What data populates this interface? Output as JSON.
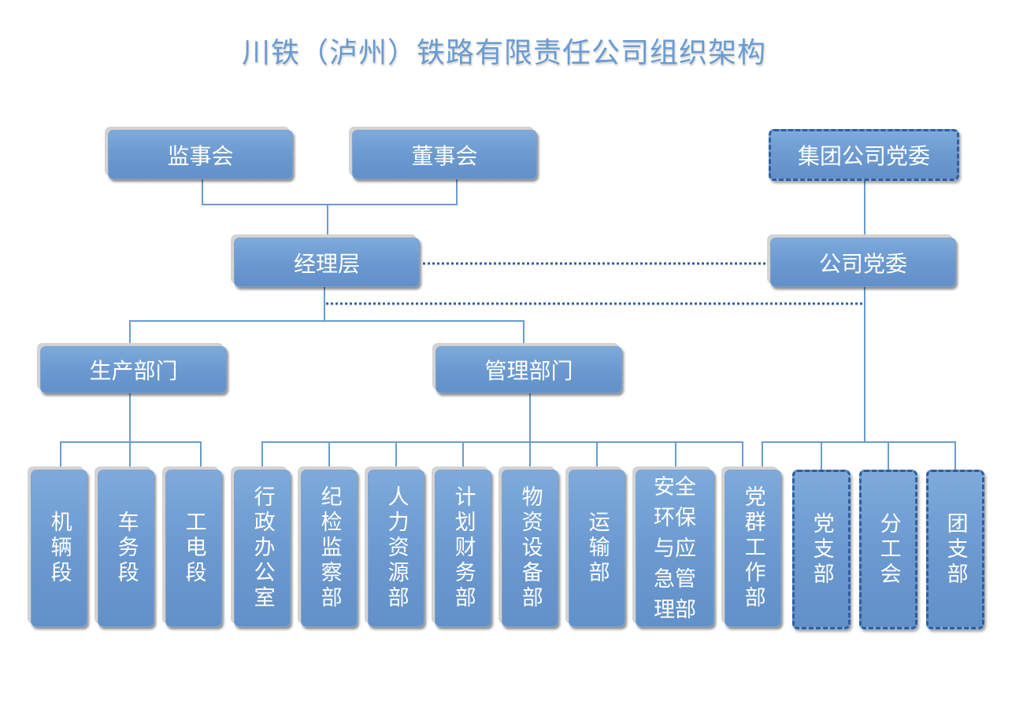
{
  "title": "川铁（泸州）铁路有限责任公司组织架构",
  "nodes": {
    "supervisory_board": "监事会",
    "board_of_directors": "董事会",
    "group_party_committee": "集团公司党委",
    "management": "经理层",
    "company_party_committee": "公司党委",
    "production_dept": "生产部门",
    "administration_dept": "管理部门"
  },
  "production_units": [
    "机辆段",
    "车务段",
    "工电段"
  ],
  "management_units": [
    "行政办公室",
    "纪检监察部",
    "人力资源部",
    "计划财务部",
    "物资设备部",
    "运输部",
    "安全环保与应急管理部",
    "党群工作部"
  ],
  "party_units": [
    "党支部",
    "分工会",
    "团支部"
  ]
}
